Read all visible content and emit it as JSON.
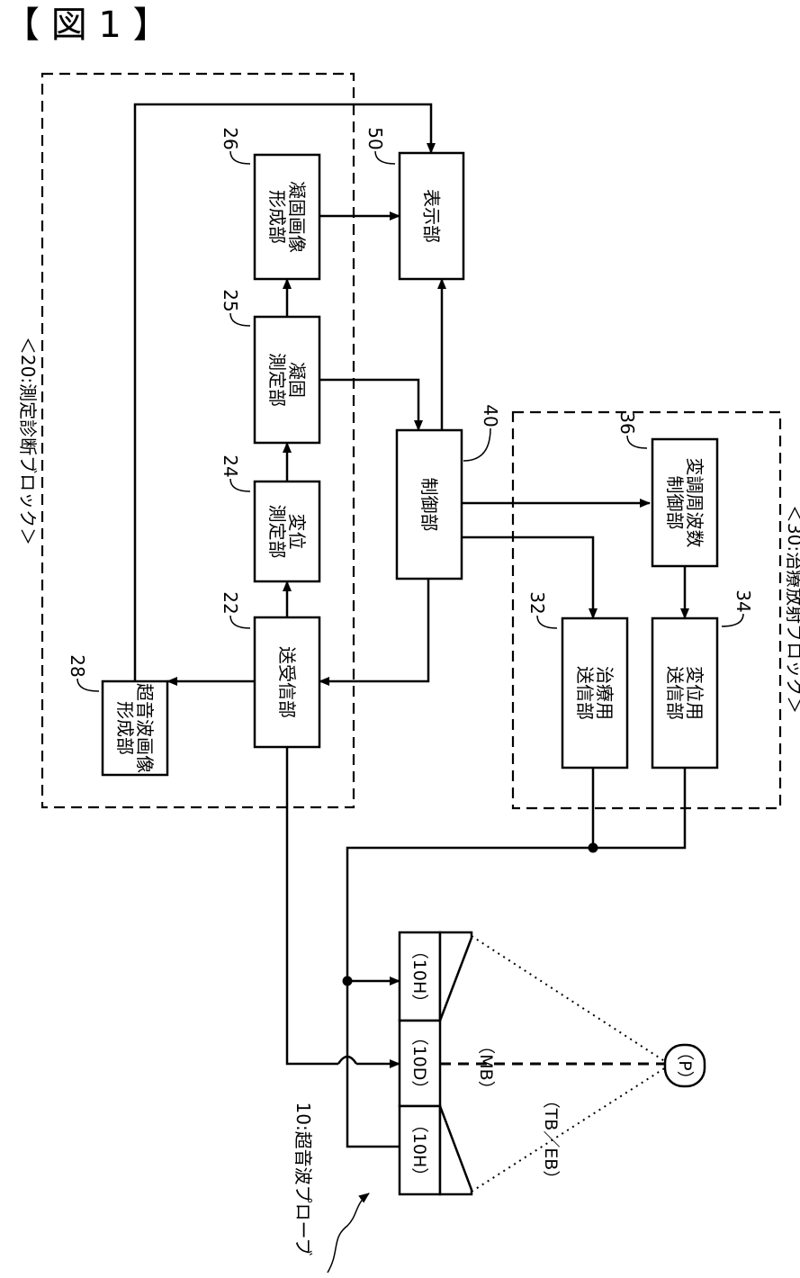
{
  "figure_title": "【 図 1 】",
  "blocks": {
    "measurement_block": "＜20:測定診断ブロック＞",
    "treatment_block": "＜30:治療放射ブロック＞"
  },
  "probe": {
    "label": "10:超音波プローブ",
    "elements": {
      "left": "（10H）",
      "center": "（10D）",
      "right": "（10H）"
    },
    "target": "（P）",
    "beam_main": "（MB）",
    "beam_side": "（TB／EB）"
  },
  "units": {
    "u22": {
      "number": "22",
      "lines": [
        "送受信部"
      ]
    },
    "u24": {
      "number": "24",
      "lines": [
        "変位",
        "測定部"
      ]
    },
    "u25": {
      "number": "25",
      "lines": [
        "凝固",
        "測定部"
      ]
    },
    "u26": {
      "number": "26",
      "lines": [
        "凝固画像",
        "形成部"
      ]
    },
    "u28": {
      "number": "28",
      "lines": [
        "超音波画像",
        "形成部"
      ]
    },
    "u50": {
      "number": "50",
      "lines": [
        "表示部"
      ]
    },
    "u40": {
      "number": "40",
      "lines": [
        "制御部"
      ]
    },
    "u36": {
      "number": "36",
      "lines": [
        "変調周波数",
        "制御部"
      ]
    },
    "u32": {
      "number": "32",
      "lines": [
        "治療用",
        "送信部"
      ]
    },
    "u34": {
      "number": "34",
      "lines": [
        "変位用",
        "送信部"
      ]
    }
  }
}
